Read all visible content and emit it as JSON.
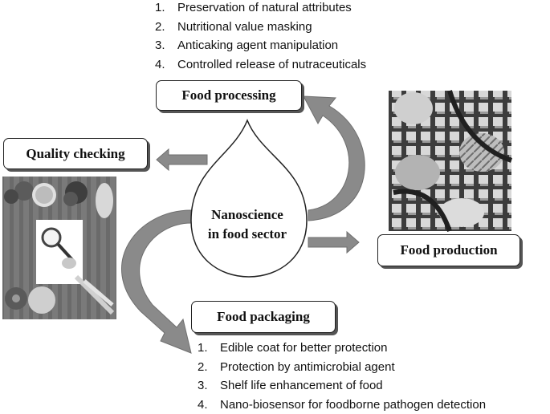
{
  "top_list": {
    "items": [
      {
        "num": "1.",
        "text": "Preservation of natural attributes"
      },
      {
        "num": "2.",
        "text": "Nutritional value masking"
      },
      {
        "num": "3.",
        "text": "Anticaking agent manipulation"
      },
      {
        "num": "4.",
        "text": "Controlled release of nutraceuticals"
      }
    ]
  },
  "boxes": {
    "processing": "Food processing",
    "quality": "Quality checking",
    "production": "Food production",
    "packaging": "Food packaging"
  },
  "center": {
    "line1": "Nanoscience",
    "line2": "in food sector"
  },
  "bottom_list": {
    "items": [
      {
        "num": "1.",
        "text": "Edible coat for better protection"
      },
      {
        "num": "2.",
        "text": "Protection by antimicrobial agent"
      },
      {
        "num": "3.",
        "text": "Shelf life enhancement of food"
      },
      {
        "num": "4.",
        "text": "Nano-biosensor for foodborne pathogen detection"
      }
    ]
  },
  "colors": {
    "arrow": "#8a8a8a",
    "outline": "#222222"
  }
}
